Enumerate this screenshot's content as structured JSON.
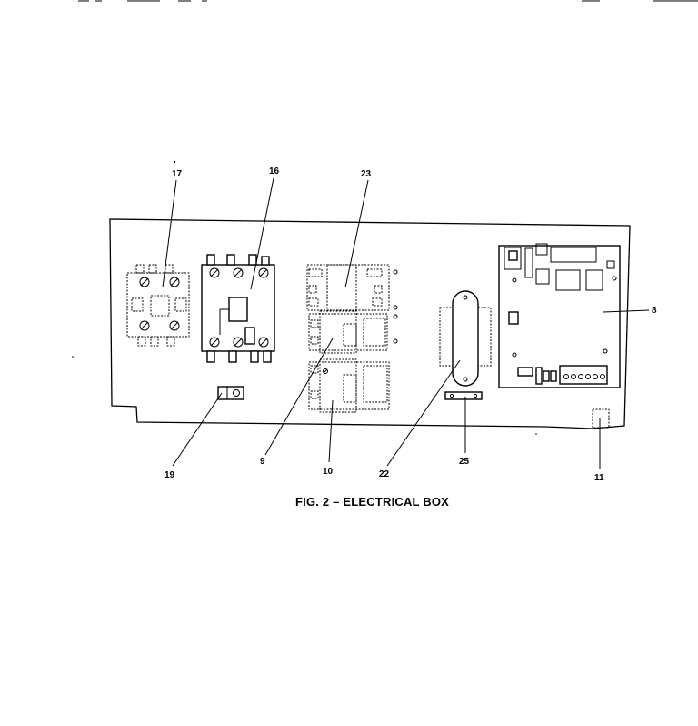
{
  "figure": {
    "caption": "FIG. 2 – ELECTRICAL BOX"
  },
  "callouts": [
    {
      "id": "17",
      "label": "17"
    },
    {
      "id": "16",
      "label": "16"
    },
    {
      "id": "23",
      "label": "23"
    },
    {
      "id": "8",
      "label": "8"
    },
    {
      "id": "19",
      "label": "19"
    },
    {
      "id": "9",
      "label": "9"
    },
    {
      "id": "10",
      "label": "10"
    },
    {
      "id": "22",
      "label": "22"
    },
    {
      "id": "25",
      "label": "25"
    },
    {
      "id": "11",
      "label": "11"
    }
  ]
}
